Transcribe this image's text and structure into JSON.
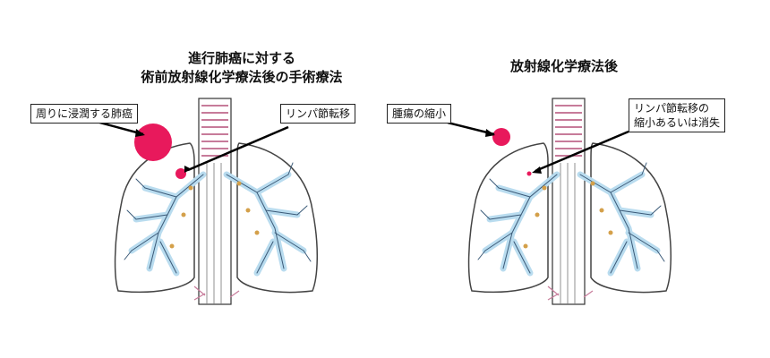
{
  "before": {
    "title_line1": "進行肺癌に対する",
    "title_line2": "術前放射線化学療法後の手術療法",
    "label_tumor": "周りに浸潤する肺癌",
    "label_lymph": "リンパ節転移"
  },
  "after": {
    "title": "放射線化学療法後",
    "label_tumor": "腫瘍の縮小",
    "label_lymph_line1": "リンパ節転移の",
    "label_lymph_line2": "縮小あるいは消失"
  },
  "colors": {
    "tumor": "#e8195c",
    "bronchi": "#b9dcef",
    "trachea_stripe": "#c77b9a",
    "node": "#d4a04a"
  }
}
